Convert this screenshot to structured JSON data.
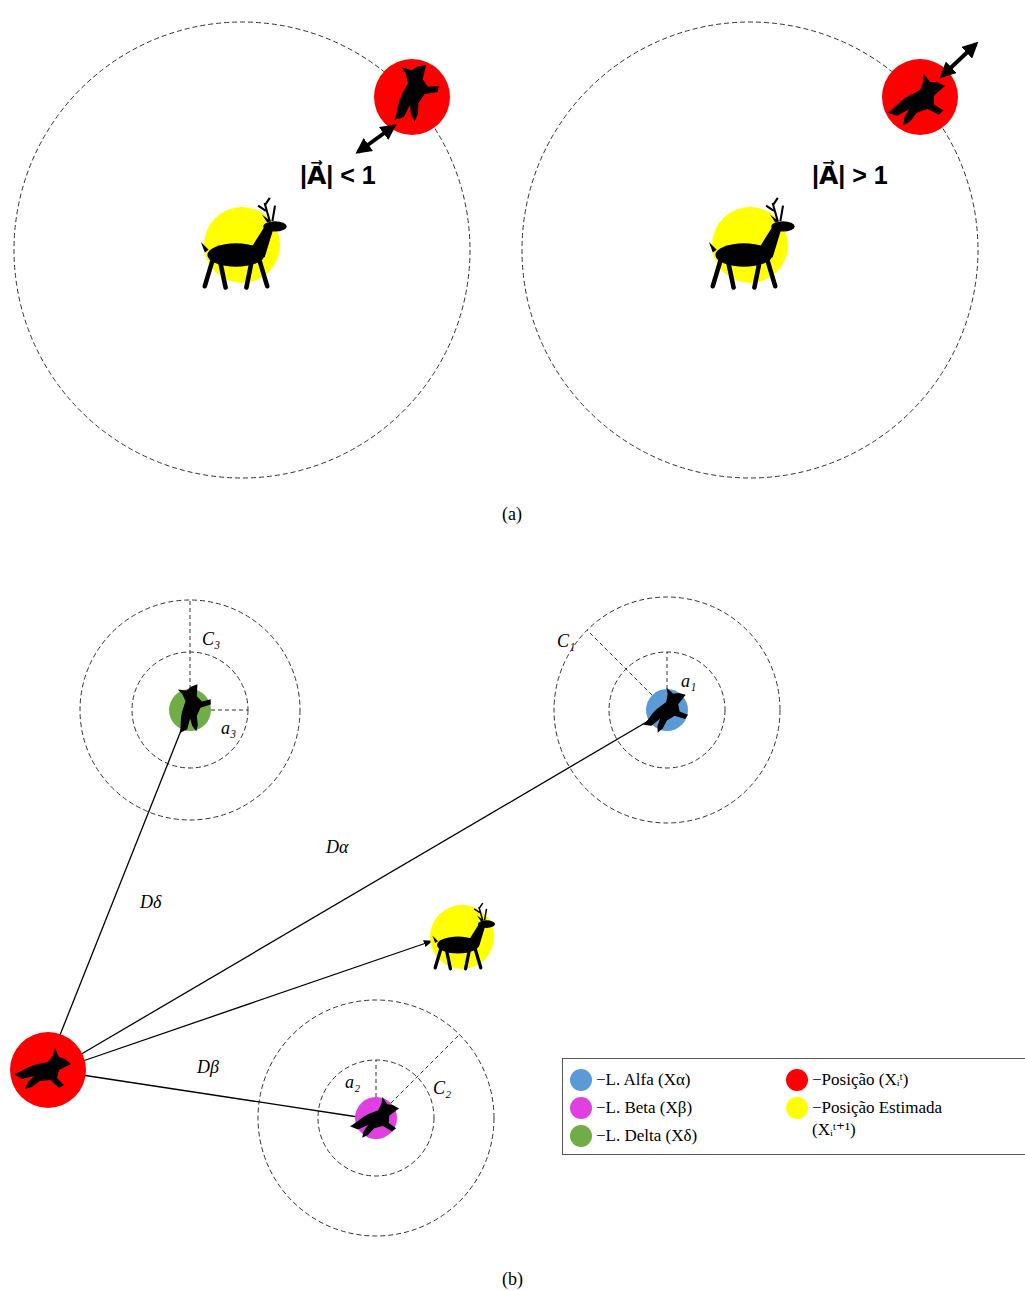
{
  "diagram": {
    "labels": [
      "|A⃗| < 1",
      "|A⃗| > 1",
      "(a)",
      "C₃",
      "a₃",
      "C₁",
      "a₁",
      "a₂",
      "C₂",
      "Dα",
      "Dδ",
      "Dβ",
      "(b)"
    ],
    "legend": [
      {
        "text": "−L. Alfa (Xα)",
        "color": "#5b9bd5"
      },
      {
        "text": "−L. Beta (Xβ)",
        "color": "#e040e0"
      },
      {
        "text": "−L. Delta (Xδ)",
        "color": "#70ad47"
      },
      {
        "text": "−Posição (Xᵢᵗ)",
        "color": "#ff0000"
      },
      {
        "text": "−Posição Estimada (Xᵢᵗ⁺¹)",
        "color": "#ffff00"
      }
    ]
  }
}
